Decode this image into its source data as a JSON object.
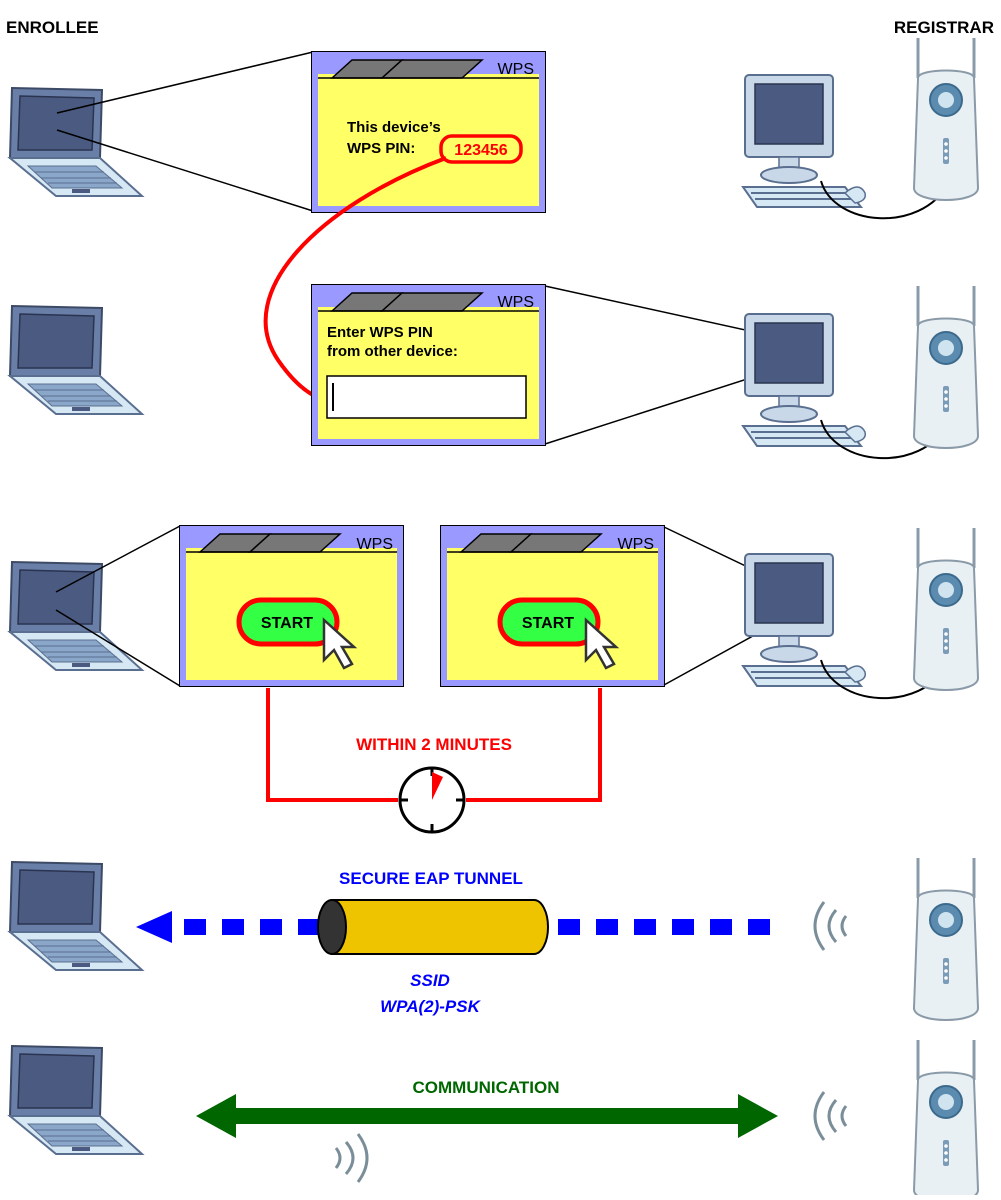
{
  "headers": {
    "enrollee": "ENROLLEE",
    "registrar": "REGISTRAR"
  },
  "windows": {
    "tab_label": "WPS",
    "pin_display": {
      "line1": "This device’s",
      "line2": "WPS PIN:",
      "pin": "123456"
    },
    "pin_entry": {
      "line1": "Enter WPS PIN",
      "line2": "from other device:",
      "input_value": ""
    },
    "start_button": "START"
  },
  "timer": {
    "label": "WITHIN 2 MINUTES"
  },
  "tunnel": {
    "label": "SECURE EAP TUNNEL",
    "credentials": [
      "SSID",
      "WPA(2)-PSK"
    ]
  },
  "communication": {
    "label": "COMMUNICATION"
  },
  "colors": {
    "window_fill": "#ffff66",
    "window_header": "#9999ff",
    "tab_fill": "#777777",
    "red": "#ff0000",
    "blue": "#0000ff",
    "green": "#006600",
    "screen": "#4a5a80",
    "device_body": "#e8f0f4",
    "tunnel_fill": "#eec400"
  },
  "icons": [
    "laptop-icon",
    "desktop-computer-icon",
    "access-point-icon",
    "wireless-signal-icon",
    "mouse-cursor-icon",
    "stopwatch-icon"
  ]
}
